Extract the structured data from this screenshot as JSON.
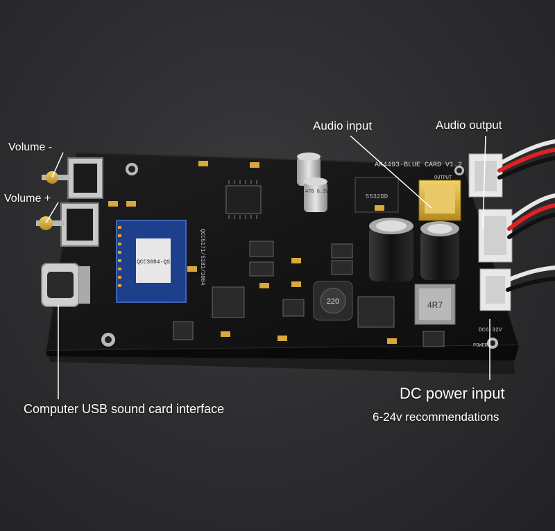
{
  "annotations": {
    "volume_minus": "Volume -",
    "volume_plus": "Volume +",
    "audio_input": "Audio input",
    "audio_output": "Audio output",
    "usb_interface": "Computer USB sound card interface",
    "dc_power_input": "DC power input",
    "dc_recommendation": "6-24v recommendations"
  },
  "board": {
    "title": "AK4493-BLUE CARD V1.2",
    "chip_label": "QCC5171/5181/3084",
    "module_label": "QCC3084-QS",
    "opamp": "5532DD",
    "inductor_1": "220",
    "inductor_2": "4R7",
    "cap_label": "470 6.3V",
    "output_label": "OUTPUT",
    "power_label": "DC6-32V",
    "power_text": "POWER"
  },
  "colors": {
    "background": "#2c2c2e",
    "pcb": "#141414",
    "label_text": "#ffffff"
  }
}
